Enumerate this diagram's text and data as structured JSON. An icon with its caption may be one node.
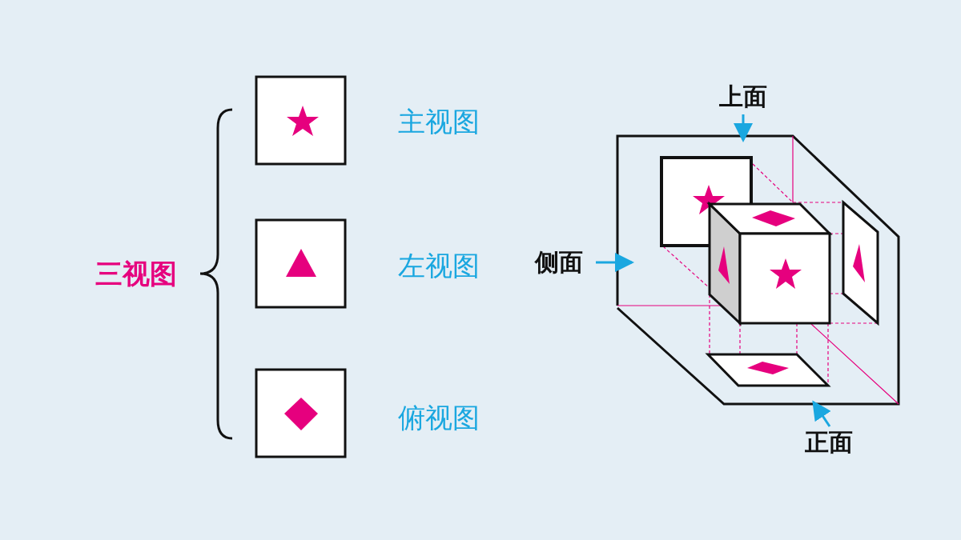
{
  "diagram": {
    "nodes": [
      {
        "text": [
          "上面"
        ]
      },
      {
        "text": [
          "侧面"
        ]
      },
      {
        "text": [
          "正面"
        ]
      }
    ],
    "edges": [
      {
        "from": 0,
        "to": null,
        "arrow": "to"
      },
      {
        "from": 1,
        "to": null,
        "arrow": "to"
      },
      {
        "from": 2,
        "to": null,
        "arrow": "to"
      }
    ],
    "labels": [
      "三视图",
      "主视图",
      "左视图",
      "俯视图"
    ]
  }
}
